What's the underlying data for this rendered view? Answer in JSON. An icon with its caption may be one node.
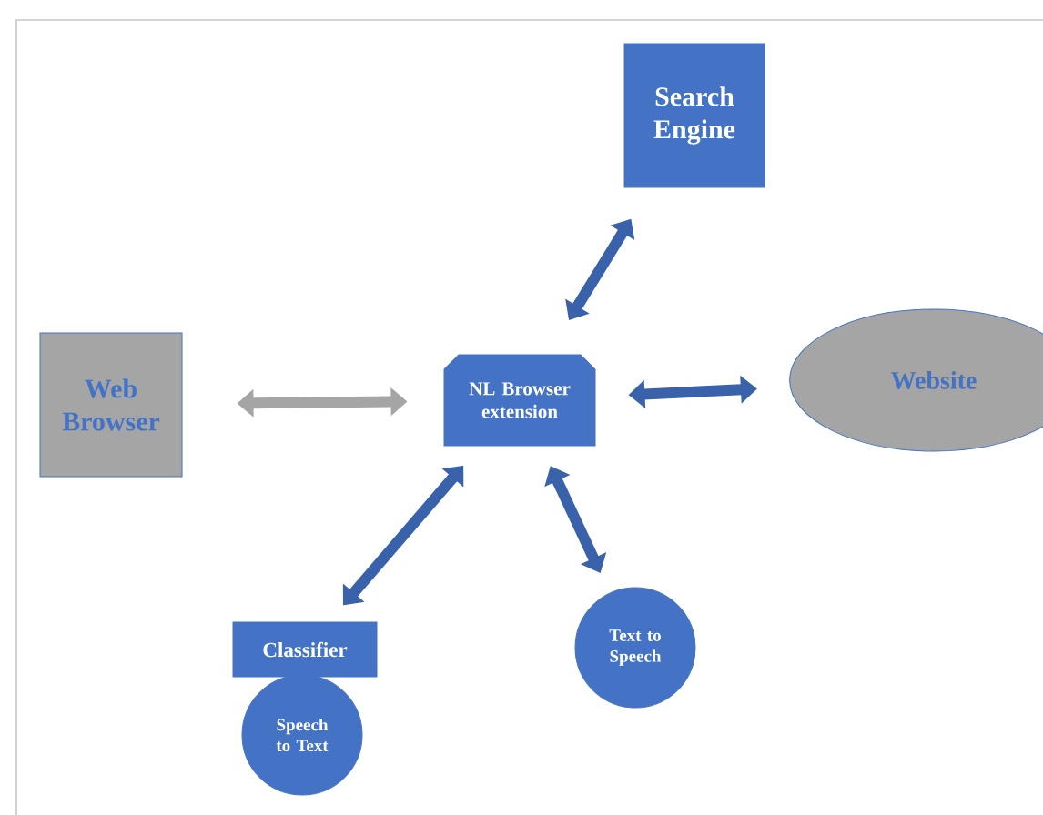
{
  "diagram": {
    "nodes": [
      {
        "text": [
          "Search Engine"
        ]
      },
      {
        "text": [
          "Web Browser"
        ]
      },
      {
        "text": [
          "NL Browser extension"
        ]
      },
      {
        "text": [
          "Website"
        ]
      },
      {
        "text": [
          "Classifier"
        ]
      },
      {
        "text": [
          "Speech to Text"
        ]
      },
      {
        "text": [
          "Text to Speech"
        ]
      }
    ],
    "edges": [
      {
        "from": 2,
        "to": 0,
        "arrow": "both"
      },
      {
        "from": 1,
        "to": 2,
        "arrow": "both",
        "color": "#a5a5a5"
      },
      {
        "from": 2,
        "to": 3,
        "arrow": "both"
      },
      {
        "from": 2,
        "to": 4,
        "arrow": "both"
      },
      {
        "from": 2,
        "to": 6,
        "arrow": "both"
      }
    ]
  }
}
